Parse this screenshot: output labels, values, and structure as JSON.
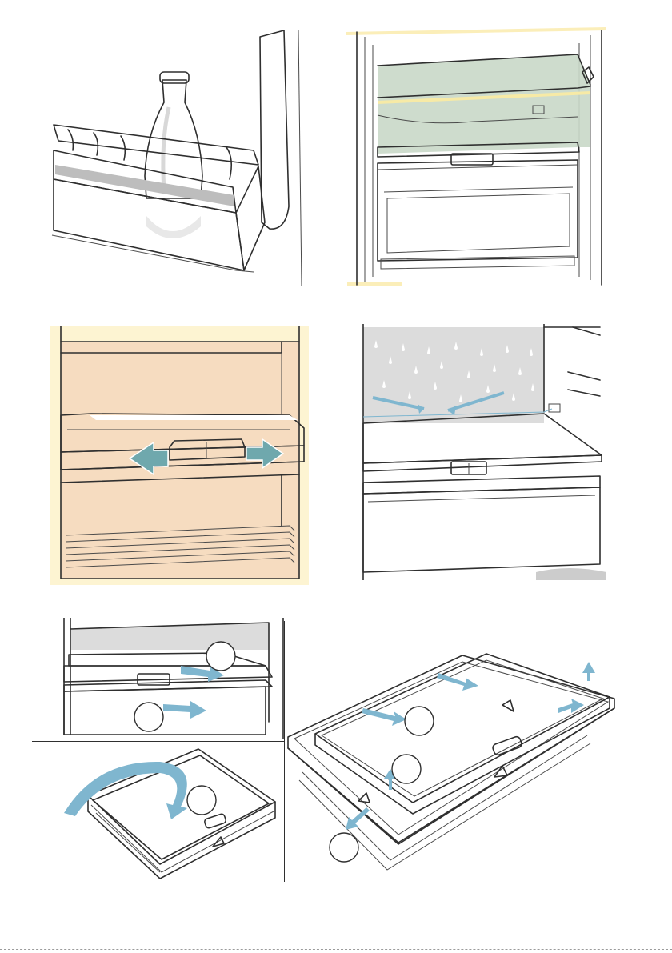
{
  "colors": {
    "arrow_blue": "#7fb6cf",
    "arrow_teal": "#6fa8ad",
    "cream_bg": "#fdf4d2",
    "peach_wall": "#f6dcc0",
    "glass_green": "#c9d8c8",
    "grey_shade": "#c8c8c8",
    "highlight_yellow": "#f7eaa6"
  },
  "panels": [
    {
      "id": "door-shelf",
      "icons": [
        "bottle-icon",
        "door-rack-icon"
      ]
    },
    {
      "id": "fridge-interior",
      "icons": [
        "glass-shelf-icon",
        "crisper-drawer-icon"
      ]
    },
    {
      "id": "shelf-slide",
      "icons": [
        "slide-left-arrow-icon",
        "slide-right-arrow-icon"
      ]
    },
    {
      "id": "condensation",
      "icons": [
        "water-droplet-icon",
        "drain-arrow-icon"
      ]
    },
    {
      "id": "remove-shelf",
      "icons": [
        "pull-arrow-icon"
      ]
    },
    {
      "id": "flip-shelf",
      "icons": [
        "rotate-arrow-icon"
      ]
    },
    {
      "id": "disassemble-shelf",
      "icons": [
        "direction-arrow-icon"
      ]
    }
  ],
  "step_labels": {
    "remove": [
      "",
      ""
    ],
    "flip": [
      ""
    ],
    "disassemble": [
      "",
      "",
      ""
    ]
  }
}
